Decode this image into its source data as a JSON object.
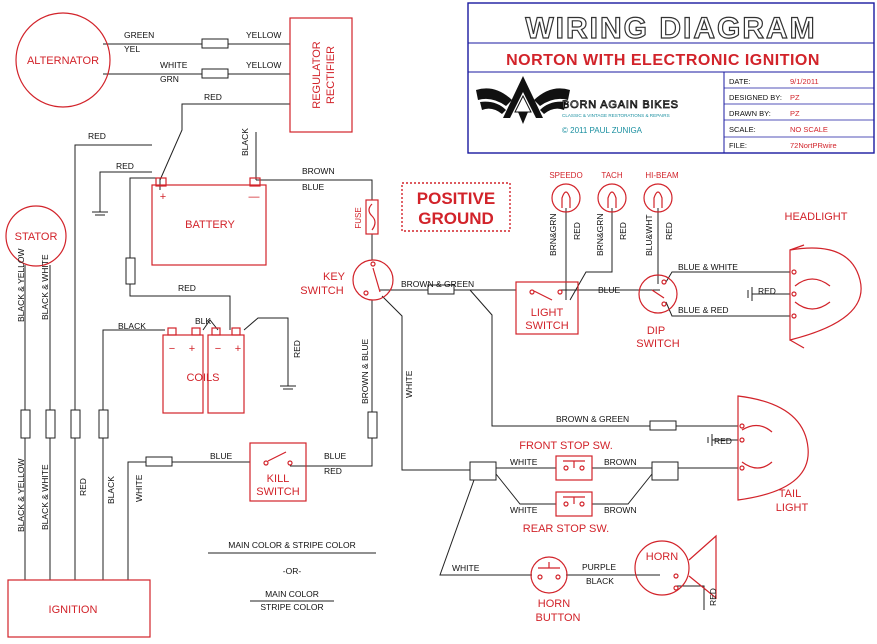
{
  "title_block": {
    "title": "WIRING DIAGRAM",
    "subtitle": "NORTON WITH ELECTRONIC IGNITION",
    "logo_name": "BORN AGAIN BIKES",
    "logo_tagline": "CLASSIC & VINTAGE RESTORATIONS & REPAIRS",
    "copyright": "© 2011 PAUL ZUNIGA",
    "fields": [
      {
        "label": "DATE:",
        "value": "9/1/2011"
      },
      {
        "label": "DESIGNED BY:",
        "value": "PZ"
      },
      {
        "label": "DRAWN BY:",
        "value": "PZ"
      },
      {
        "label": "SCALE:",
        "value": "NO SCALE"
      },
      {
        "label": "FILE:",
        "value": "72NortPRwire"
      }
    ]
  },
  "banner": {
    "line1": "POSITIVE",
    "line2": "GROUND"
  },
  "components": {
    "alternator": "ALTERNATOR",
    "regulator_1": "REGULATOR",
    "regulator_2": "RECTIFIER",
    "battery": "BATTERY",
    "stator": "STATOR",
    "coils": "COILS",
    "key_switch_1": "KEY",
    "key_switch_2": "SWITCH",
    "fuse": "FUSE",
    "kill_switch_1": "KILL",
    "kill_switch_2": "SWITCH",
    "ignition": "IGNITION",
    "speedo": "SPEEDO",
    "tach": "TACH",
    "hibeam": "HI-BEAM",
    "headlight": "HEADLIGHT",
    "light_switch_1": "LIGHT",
    "light_switch_2": "SWITCH",
    "dip_switch_1": "DIP",
    "dip_switch_2": "SWITCH",
    "front_stop": "FRONT STOP SW.",
    "rear_stop": "REAR STOP SW.",
    "tail_light_1": "TAIL",
    "tail_light_2": "LIGHT",
    "horn": "HORN",
    "horn_button_1": "HORN",
    "horn_button_2": "BUTTON"
  },
  "wires": {
    "green": "GREEN",
    "yel": "YEL",
    "yellow": "YELLOW",
    "white": "WHITE",
    "grn": "GRN",
    "red": "RED",
    "black": "BLACK",
    "brown": "BROWN",
    "blue": "BLUE",
    "blk": "BLK",
    "brown_green": "BROWN & GREEN",
    "brown_blue": "BROWN & BLUE",
    "blue_white": "BLUE & WHITE",
    "blue_red": "BLUE & RED",
    "black_yellow": "BLACK & YELLOW",
    "black_white": "BLACK & WHITE",
    "brn_grn": "BRN&GRN",
    "blu_wht": "BLU&WHT",
    "purple": "PURPLE"
  },
  "legend": {
    "line1": "MAIN COLOR & STRIPE COLOR",
    "or": "-OR-",
    "line2": "MAIN COLOR",
    "line3": "STRIPE COLOR"
  }
}
